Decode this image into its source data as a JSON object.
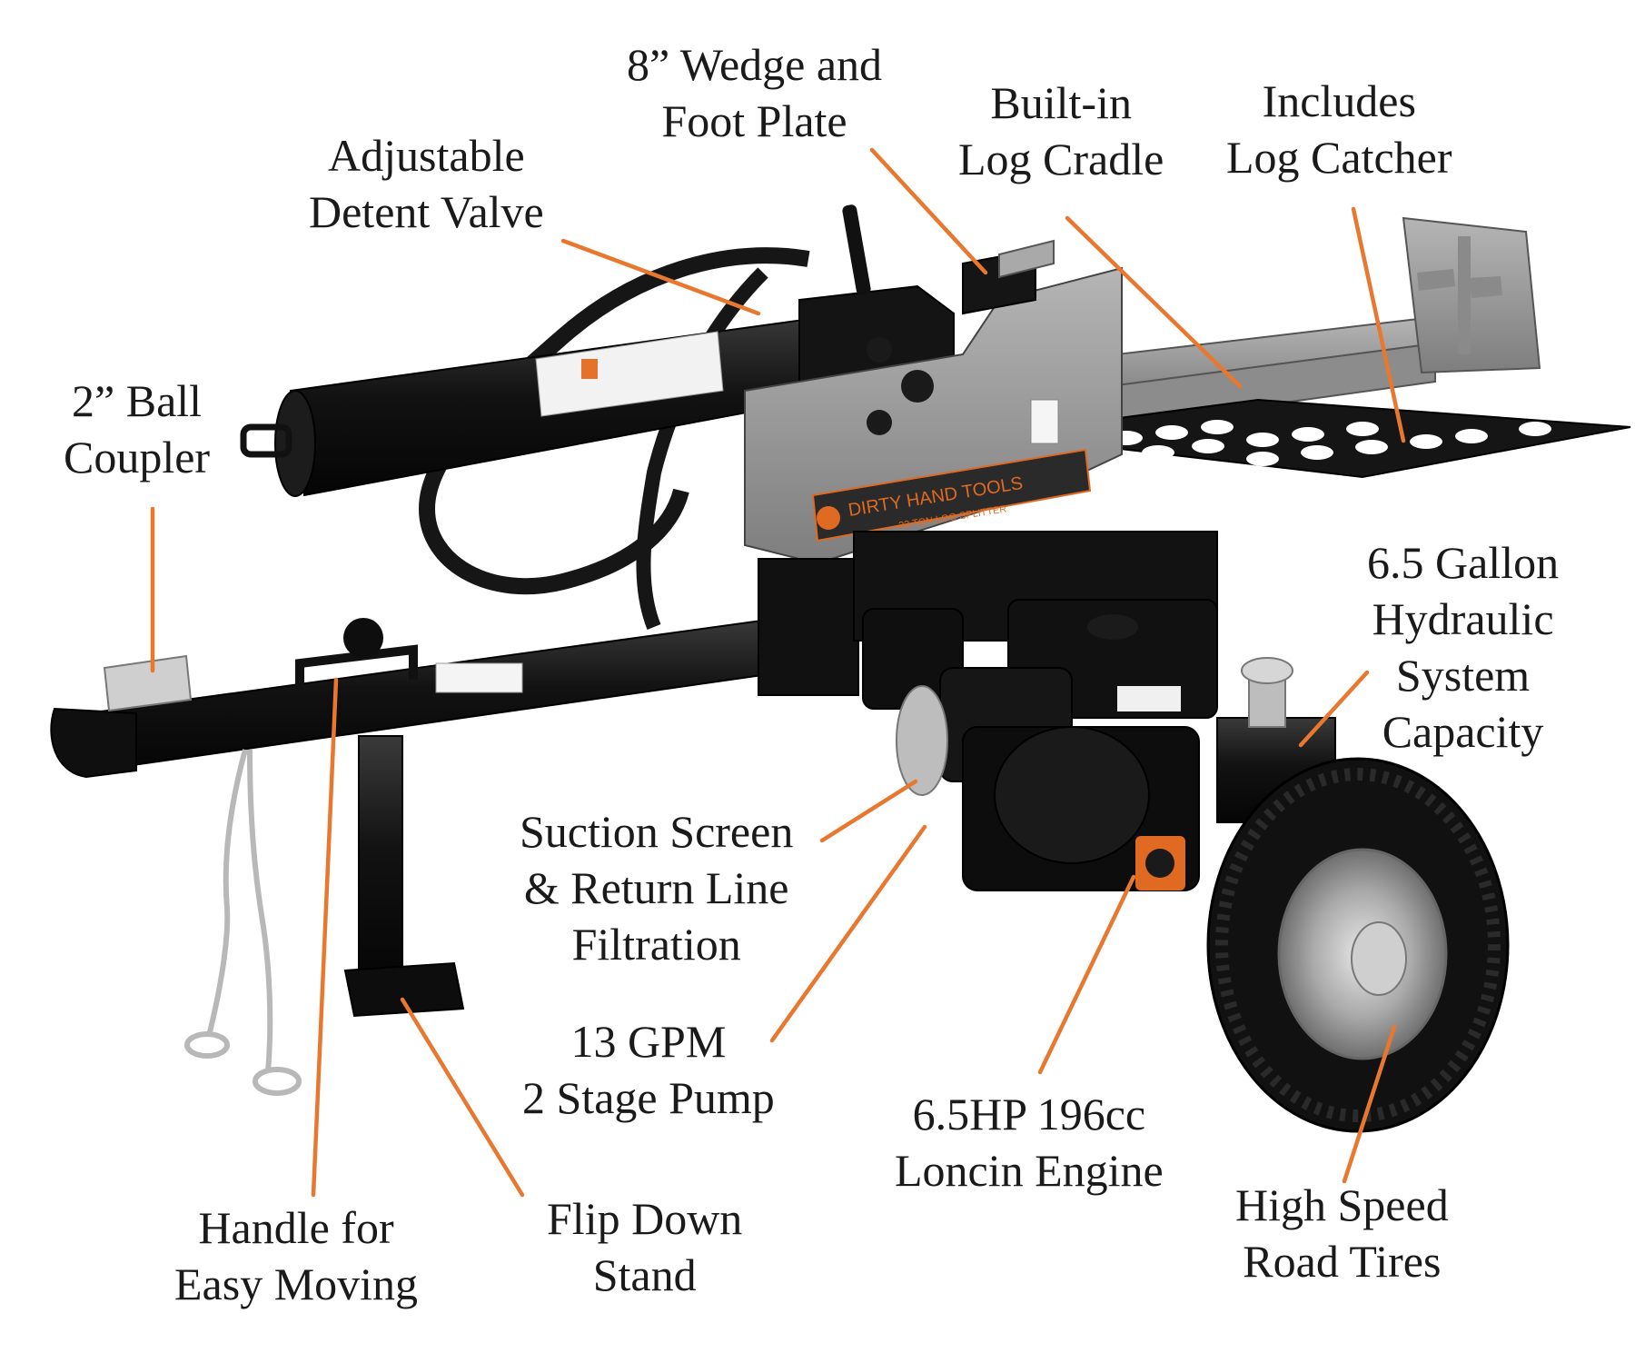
{
  "callouts": [
    {
      "id": "detent-valve",
      "lines": [
        "Adjustable",
        "Detent Valve"
      ]
    },
    {
      "id": "wedge",
      "lines": [
        "8” Wedge and",
        "Foot Plate"
      ]
    },
    {
      "id": "cradle",
      "lines": [
        "Built-in",
        "Log Cradle"
      ]
    },
    {
      "id": "catcher",
      "lines": [
        "Includes",
        "Log Catcher"
      ]
    },
    {
      "id": "ball-coupler",
      "lines": [
        "2” Ball",
        "Coupler"
      ]
    },
    {
      "id": "hydraulic",
      "lines": [
        "6.5 Gallon",
        "Hydraulic",
        "System",
        "Capacity"
      ]
    },
    {
      "id": "suction",
      "lines": [
        "Suction Screen",
        "& Return Line",
        "Filtration"
      ]
    },
    {
      "id": "pump",
      "lines": [
        "13 GPM",
        "2 Stage Pump"
      ]
    },
    {
      "id": "engine",
      "lines": [
        "6.5HP 196cc",
        "Loncin Engine"
      ]
    },
    {
      "id": "handle",
      "lines": [
        "Handle for",
        "Easy Moving"
      ]
    },
    {
      "id": "stand",
      "lines": [
        "Flip Down",
        "Stand"
      ]
    },
    {
      "id": "tires",
      "lines": [
        "High Speed",
        "Road Tires"
      ]
    }
  ],
  "machine": {
    "brand": "DIRTY HAND TOOLS",
    "model": "22 TON LOG SPLITTER"
  },
  "colors": {
    "leader": "#e8782f",
    "frame": "#1b1b1b",
    "steel": "#9a9a9a",
    "accent": "#e06a22"
  }
}
